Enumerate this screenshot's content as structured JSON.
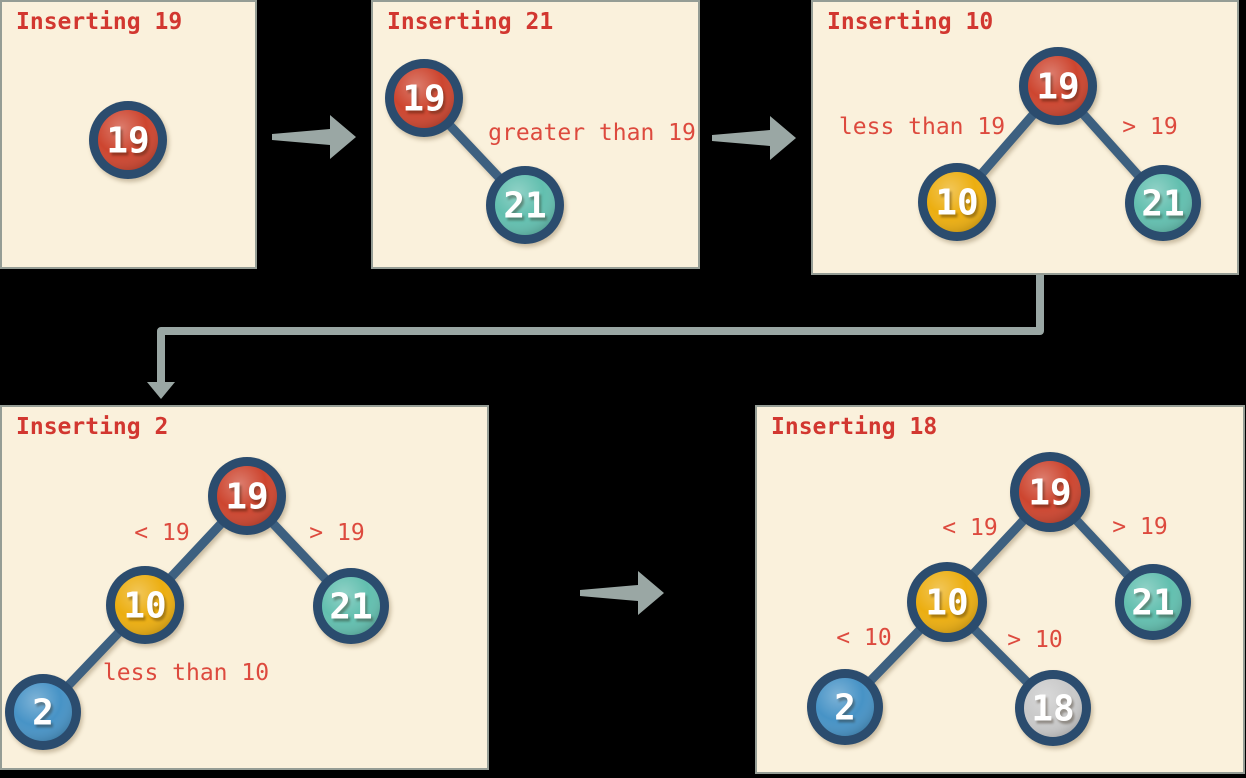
{
  "colors": {
    "background": "#000000",
    "panel_bg": "#faf1dc",
    "panel_border": "#959d95",
    "title_red": "#d23730",
    "label_red": "#dd4a3e",
    "ring_navy": "#2b4c6e",
    "edge_navy": "#3d6080",
    "arrow_gray": "#9aa7a4",
    "node_red": "#cd452f",
    "node_yellow": "#ecae10",
    "node_teal": "#62bfaf",
    "node_blue": "#4793c6",
    "node_gray": "#c9c9c9",
    "node_text": "#ffffff"
  },
  "panels": [
    {
      "title": "Inserting 19",
      "nodes": [
        {
          "value": "19",
          "color": "red"
        }
      ],
      "labels": []
    },
    {
      "title": "Inserting 21",
      "nodes": [
        {
          "value": "19",
          "color": "red"
        },
        {
          "value": "21",
          "color": "teal"
        }
      ],
      "labels": [
        "greater than 19"
      ]
    },
    {
      "title": "Inserting 10",
      "nodes": [
        {
          "value": "19",
          "color": "red"
        },
        {
          "value": "10",
          "color": "yellow"
        },
        {
          "value": "21",
          "color": "teal"
        }
      ],
      "labels": [
        "less than 19",
        "> 19"
      ]
    },
    {
      "title": "Inserting 2",
      "nodes": [
        {
          "value": "19",
          "color": "red"
        },
        {
          "value": "10",
          "color": "yellow"
        },
        {
          "value": "21",
          "color": "teal"
        },
        {
          "value": "2",
          "color": "blue"
        }
      ],
      "labels": [
        "< 19",
        "> 19",
        "less than 10"
      ]
    },
    {
      "title": "Inserting 18",
      "nodes": [
        {
          "value": "19",
          "color": "red"
        },
        {
          "value": "10",
          "color": "yellow"
        },
        {
          "value": "21",
          "color": "teal"
        },
        {
          "value": "2",
          "color": "blue"
        },
        {
          "value": "18",
          "color": "gray"
        }
      ],
      "labels": [
        "< 19",
        "> 19",
        "< 10",
        "> 10"
      ]
    }
  ]
}
